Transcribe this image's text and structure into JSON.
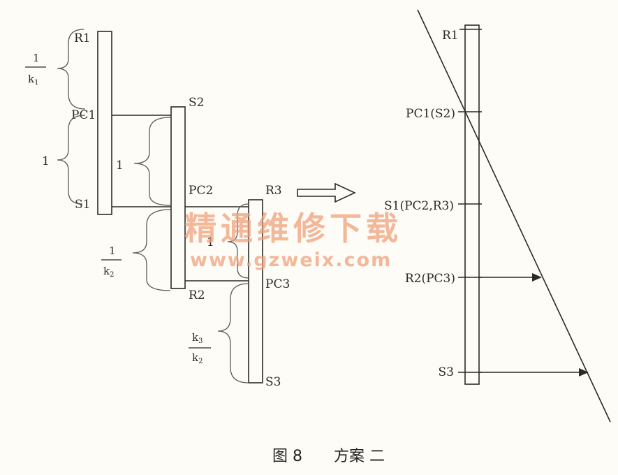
{
  "left": {
    "bar1": {
      "top": "R1",
      "mid": "PC1",
      "bottom": "S1"
    },
    "bar2": {
      "top": "S2",
      "mid": "PC2",
      "bottom": "R2"
    },
    "bar3": {
      "top": "R3",
      "mid": "PC3",
      "bottom": "S3"
    },
    "fractions": {
      "f1": {
        "num": "1",
        "den": "k",
        "den_sub": "1"
      },
      "f2": {
        "num": "1",
        "den": "k",
        "den_sub": "2"
      },
      "f3": {
        "num": "k",
        "num_sub": "3",
        "den": "k",
        "den_sub": "2"
      }
    },
    "ones": [
      "1",
      "1",
      "1"
    ]
  },
  "right": {
    "labels": [
      "R1",
      "PC1(S2)",
      "S1(PC2,R3)",
      "R2(PC3)",
      "S3"
    ]
  },
  "watermark": {
    "line1": "精通维修下载",
    "line2": "www.gzweix.com"
  },
  "caption": {
    "figure": "图 8",
    "title": "方案 二"
  }
}
